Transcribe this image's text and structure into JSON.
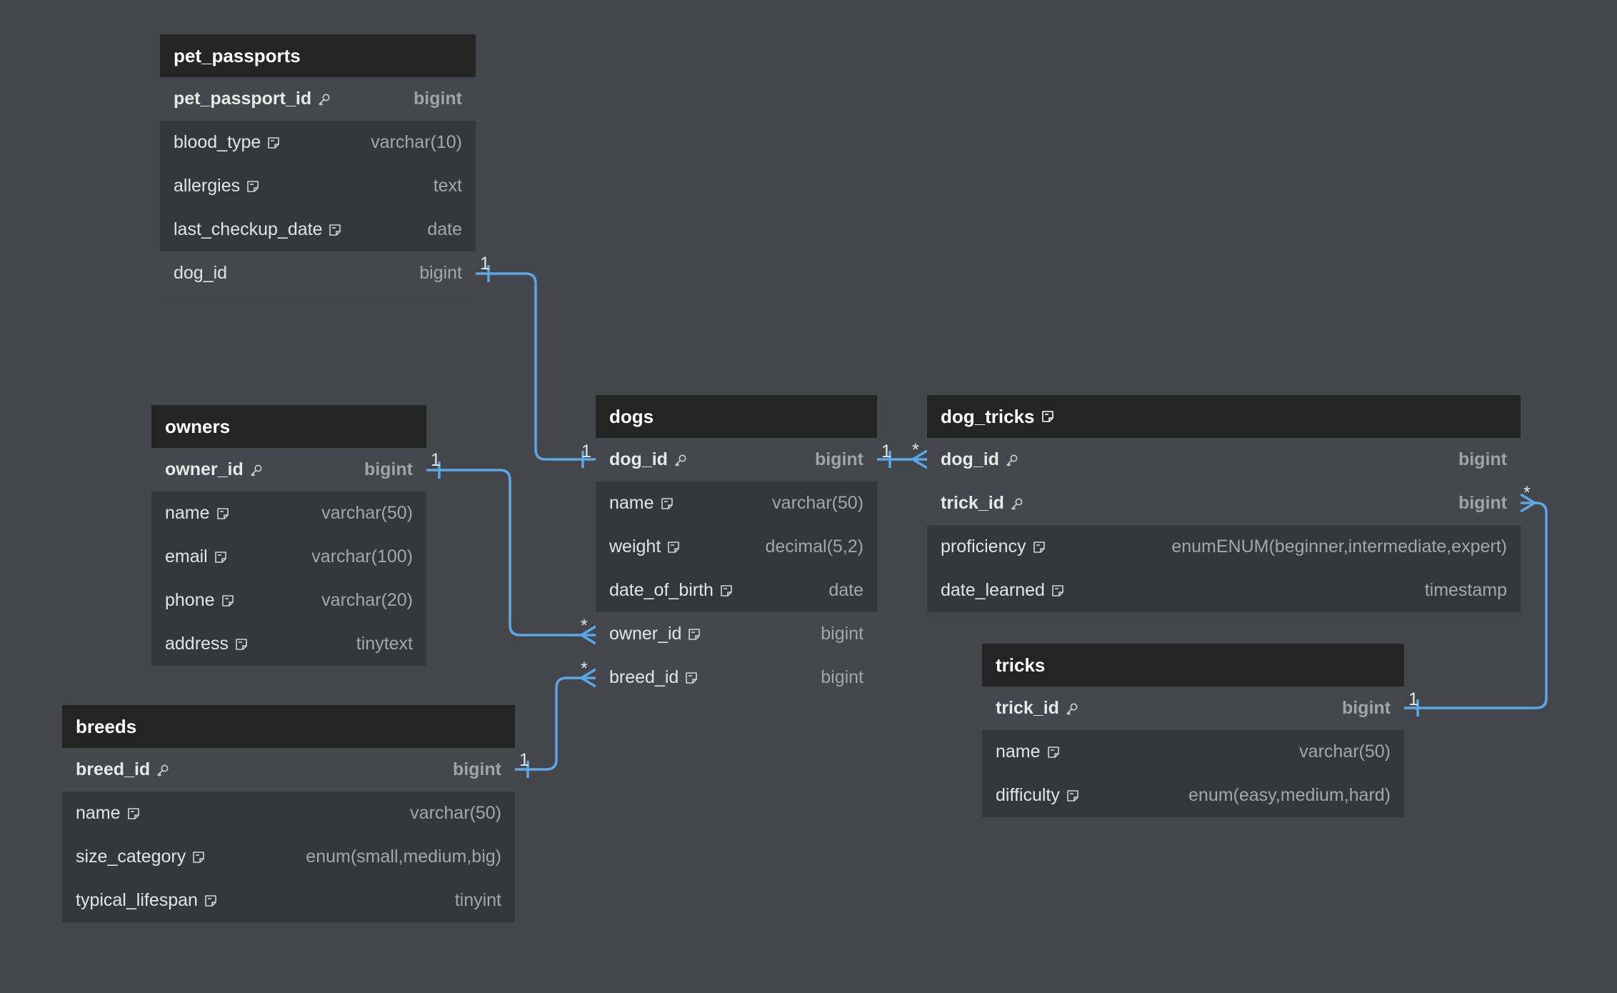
{
  "tables": {
    "pet_passports": {
      "name": "pet_passports",
      "columns": [
        {
          "name": "pet_passport_id",
          "type": "bigint",
          "icon": "key-icon"
        },
        {
          "name": "blood_type",
          "type": "varchar(10)",
          "icon": "note-icon"
        },
        {
          "name": "allergies",
          "type": "text",
          "icon": "note-icon"
        },
        {
          "name": "last_checkup_date",
          "type": "date",
          "icon": "note-icon"
        },
        {
          "name": "dog_id",
          "type": "bigint"
        }
      ]
    },
    "owners": {
      "name": "owners",
      "columns": [
        {
          "name": "owner_id",
          "type": "bigint",
          "icon": "key-icon"
        },
        {
          "name": "name",
          "type": "varchar(50)",
          "icon": "note-icon"
        },
        {
          "name": "email",
          "type": "varchar(100)",
          "icon": "note-icon"
        },
        {
          "name": "phone",
          "type": "varchar(20)",
          "icon": "note-icon"
        },
        {
          "name": "address",
          "type": "tinytext",
          "icon": "note-icon"
        }
      ]
    },
    "breeds": {
      "name": "breeds",
      "columns": [
        {
          "name": "breed_id",
          "type": "bigint",
          "icon": "key-icon"
        },
        {
          "name": "name",
          "type": "varchar(50)",
          "icon": "note-icon"
        },
        {
          "name": "size_category",
          "type": "enum(small,medium,big)",
          "icon": "note-icon"
        },
        {
          "name": "typical_lifespan",
          "type": "tinyint",
          "icon": "note-icon"
        }
      ]
    },
    "dogs": {
      "name": "dogs",
      "columns": [
        {
          "name": "dog_id",
          "type": "bigint",
          "icon": "key-icon"
        },
        {
          "name": "name",
          "type": "varchar(50)",
          "icon": "note-icon"
        },
        {
          "name": "weight",
          "type": "decimal(5,2)",
          "icon": "note-icon"
        },
        {
          "name": "date_of_birth",
          "type": "date",
          "icon": "note-icon"
        },
        {
          "name": "owner_id",
          "type": "bigint",
          "icon": "note-icon"
        },
        {
          "name": "breed_id",
          "type": "bigint",
          "icon": "note-icon"
        }
      ]
    },
    "dog_tricks": {
      "name": "dog_tricks",
      "header_icon": "note-icon",
      "columns": [
        {
          "name": "dog_id",
          "type": "bigint",
          "icon": "key-icon"
        },
        {
          "name": "trick_id",
          "type": "bigint",
          "icon": "key-icon"
        },
        {
          "name": "proficiency",
          "type": "enumENUM(beginner,intermediate,expert)",
          "icon": "note-icon"
        },
        {
          "name": "date_learned",
          "type": "timestamp",
          "icon": "note-icon"
        }
      ]
    },
    "tricks": {
      "name": "tricks",
      "columns": [
        {
          "name": "trick_id",
          "type": "bigint",
          "icon": "key-icon"
        },
        {
          "name": "name",
          "type": "varchar(50)",
          "icon": "note-icon"
        },
        {
          "name": "difficulty",
          "type": "enum(easy,medium,hard)",
          "icon": "note-icon"
        }
      ]
    }
  },
  "relationships": [
    {
      "from": "pet_passports.dog_id",
      "to": "dogs.dog_id",
      "from_card": "1",
      "to_card": "1"
    },
    {
      "from": "owners.owner_id",
      "to": "dogs.owner_id",
      "from_card": "1",
      "to_card": "*"
    },
    {
      "from": "breeds.breed_id",
      "to": "dogs.breed_id",
      "from_card": "1",
      "to_card": "*"
    },
    {
      "from": "dogs.dog_id",
      "to": "dog_tricks.dog_id",
      "from_card": "1",
      "to_card": "*"
    },
    {
      "from": "tricks.trick_id",
      "to": "dog_tricks.trick_id",
      "from_card": "1",
      "to_card": "*"
    }
  ],
  "colors": {
    "background": "#45464c",
    "header": "#242424",
    "row": "#36373b",
    "key_row": "#46474d",
    "link": "#5aa9e6"
  }
}
